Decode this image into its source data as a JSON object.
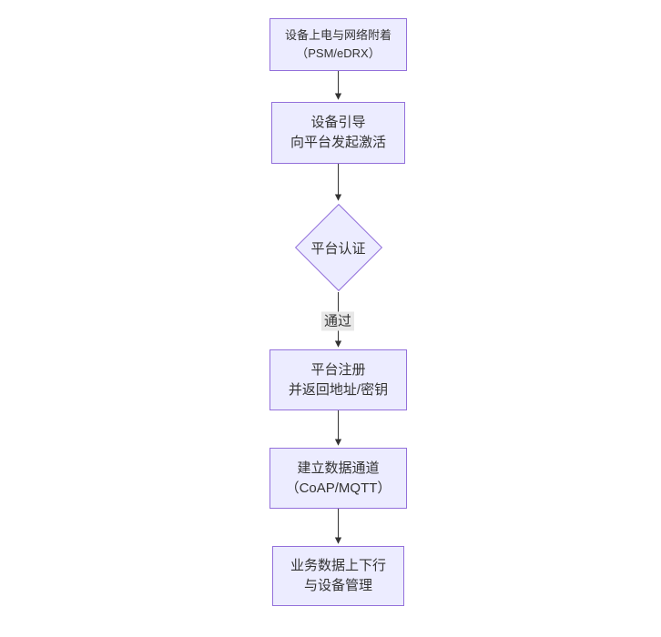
{
  "diagram": {
    "type": "flowchart",
    "direction": "top-down",
    "colors": {
      "background": "#ffffff",
      "node_fill": "#ececff",
      "node_border": "#9370db",
      "edge_line": "#333333",
      "text": "#333333",
      "edge_label_bg": "#e8e8e8"
    },
    "nodes": [
      {
        "id": "power-attach",
        "shape": "rect",
        "lines": [
          "设备上电与网络附着",
          "（PSM/eDRX）"
        ]
      },
      {
        "id": "bootstrap-activate",
        "shape": "rect",
        "lines": [
          "设备引导",
          "向平台发起激活"
        ]
      },
      {
        "id": "platform-auth",
        "shape": "diamond",
        "lines": [
          "平台认证"
        ]
      },
      {
        "id": "platform-register",
        "shape": "rect",
        "lines": [
          "平台注册",
          "并返回地址/密钥"
        ]
      },
      {
        "id": "data-channel",
        "shape": "rect",
        "lines": [
          "建立数据通道",
          "（CoAP/MQTT）"
        ]
      },
      {
        "id": "business-data",
        "shape": "rect",
        "lines": [
          "业务数据上下行",
          "与设备管理"
        ]
      }
    ],
    "edges": [
      {
        "from": "power-attach",
        "to": "bootstrap-activate",
        "label": ""
      },
      {
        "from": "bootstrap-activate",
        "to": "platform-auth",
        "label": ""
      },
      {
        "from": "platform-auth",
        "to": "platform-register",
        "label": "通过"
      },
      {
        "from": "platform-register",
        "to": "data-channel",
        "label": ""
      },
      {
        "from": "data-channel",
        "to": "business-data",
        "label": ""
      }
    ]
  }
}
